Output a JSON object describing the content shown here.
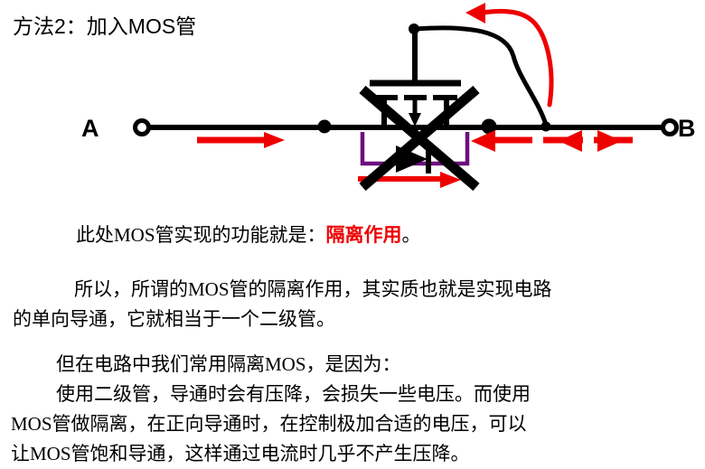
{
  "title": "方法2：加入MOS管",
  "colors": {
    "wire": "#000000",
    "current_arrow": "#ee0000",
    "body_diode": "#6d1080",
    "highlight_text": "#ee0000",
    "background": "#ffffff"
  },
  "diagram": {
    "name": "mos-isolation-circuit",
    "terminal_left_label": "A",
    "terminal_right_label": "B",
    "component": "N-channel MOSFET with body diode, crossed out",
    "annotations": {
      "cross_out": "black-x-over-mosfet",
      "gate_control_arrow": "curved red arrow pointing left to gate wire",
      "left_current_arrow": "red arrow pointing right (A to MOSFET)",
      "diode_forward_arrow": "red arrow pointing right through body diode",
      "right_current_arrow": "red arrow pointing left (B toward MOSFET) with blocked double-head"
    }
  },
  "text": {
    "function_line_prefix": "此处MOS管实现的功能就是：",
    "function_line_highlight": "隔离作用",
    "function_line_suffix": "。",
    "so_line_1": "所以，所谓的MOS管的隔离作用，其实质也就是实现电路",
    "so_line_2": "的单向导通，它就相当于一个二级管。",
    "but_line": "但在电路中我们常用隔离MOS，是因为：",
    "use_line_1": "使用二级管，导通时会有压降，会损失一些电压。而使用",
    "use_line_2": "MOS管做隔离，在正向导通时，在控制极加合适的电压，可以",
    "use_line_3": "让MOS管饱和导通，这样通过电流时几乎不产生压降。"
  }
}
